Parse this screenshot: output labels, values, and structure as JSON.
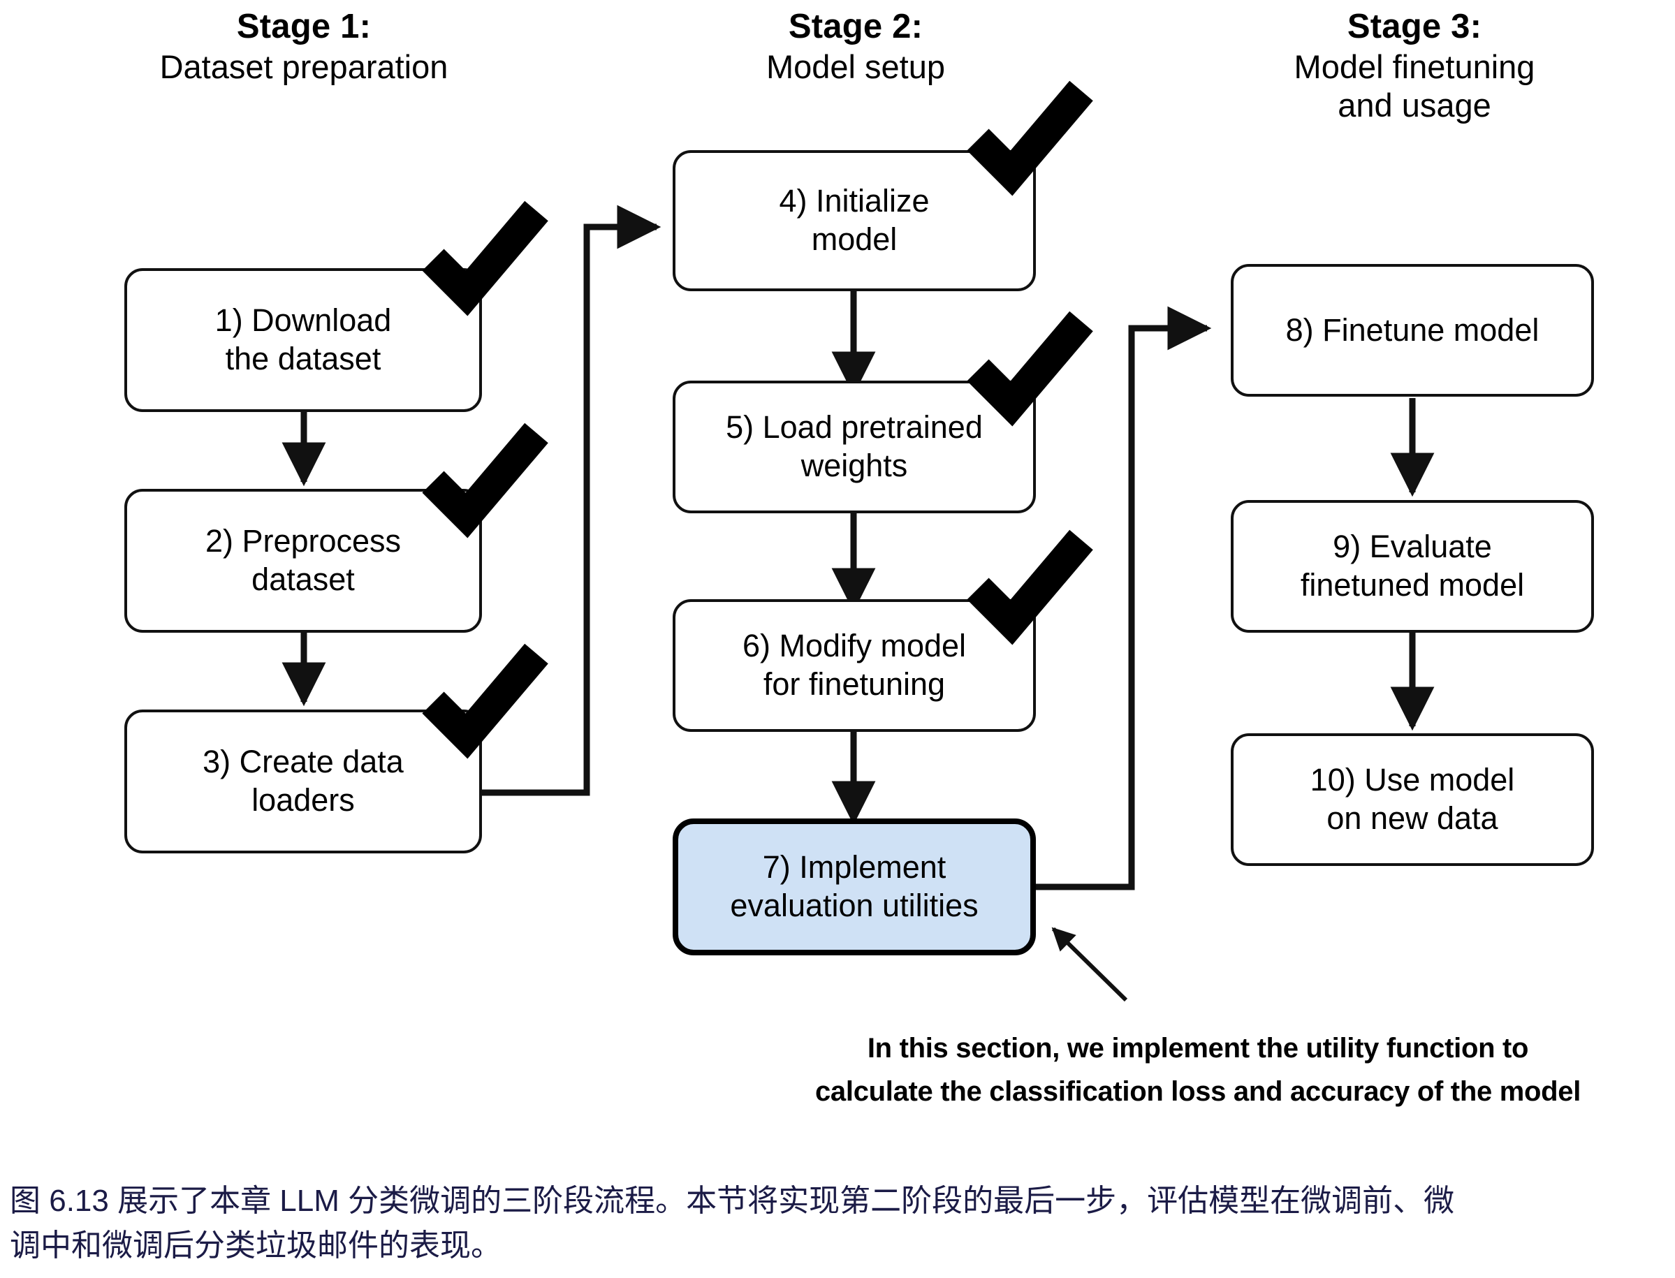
{
  "figure": {
    "type": "flowchart",
    "title": "Three-stage LLM classification finetuning process",
    "highlight_color": "#cfe1f5",
    "line_color": "#111111",
    "caption_color": "#1b1b46"
  },
  "stages": [
    {
      "id": "stage-1",
      "title": "Stage 1:",
      "subtitle": "Dataset preparation"
    },
    {
      "id": "stage-2",
      "title": "Stage 2:",
      "subtitle": "Model setup"
    },
    {
      "id": "stage-3",
      "title": "Stage 3:",
      "subtitle_line1": "Model finetuning",
      "subtitle_line2": "and usage"
    }
  ],
  "nodes": [
    {
      "id": "n1",
      "stage": 1,
      "line1": "1) Download",
      "line2": "the dataset",
      "done": true,
      "highlight": false
    },
    {
      "id": "n2",
      "stage": 1,
      "line1": "2) Preprocess",
      "line2": "dataset",
      "done": true,
      "highlight": false
    },
    {
      "id": "n3",
      "stage": 1,
      "line1": "3) Create data",
      "line2": "loaders",
      "done": true,
      "highlight": false
    },
    {
      "id": "n4",
      "stage": 2,
      "line1": "4) Initialize",
      "line2": "model",
      "done": true,
      "highlight": false
    },
    {
      "id": "n5",
      "stage": 2,
      "line1": "5) Load pretrained",
      "line2": "weights",
      "done": true,
      "highlight": false
    },
    {
      "id": "n6",
      "stage": 2,
      "line1": "6) Modify model",
      "line2": "for finetuning",
      "done": true,
      "highlight": false
    },
    {
      "id": "n7",
      "stage": 2,
      "line1": "7) Implement",
      "line2": "evaluation utilities",
      "done": false,
      "highlight": true
    },
    {
      "id": "n8",
      "stage": 3,
      "line1": "8) Finetune model",
      "line2": "",
      "done": false,
      "highlight": false
    },
    {
      "id": "n9",
      "stage": 3,
      "line1": "9) Evaluate",
      "line2": "finetuned model",
      "done": false,
      "highlight": false
    },
    {
      "id": "n10",
      "stage": 3,
      "line1": "10) Use model",
      "line2": "on new data",
      "done": false,
      "highlight": false
    }
  ],
  "annotation": {
    "line1": "In this section, we implement the utility function to",
    "line2": "calculate the classification loss and accuracy of the model"
  },
  "caption": {
    "line1": "图 6.13 展示了本章 LLM 分类微调的三阶段流程。本节将实现第二阶段的最后一步，评估模型在微调前、微",
    "line2": "调中和微调后分类垃圾邮件的表现。"
  }
}
